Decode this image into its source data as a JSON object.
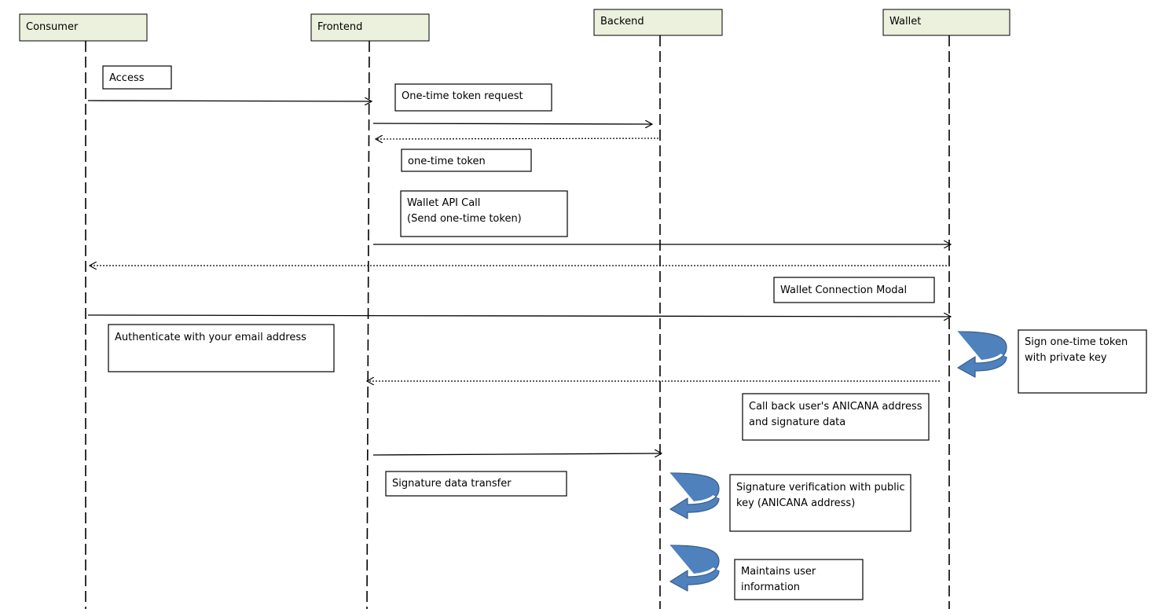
{
  "colors": {
    "actor_fill": "#ebf1dd",
    "line": "#000000",
    "loop_arrow_fill": "#4f81bd",
    "loop_arrow_stroke": "#385d8a"
  },
  "actors": {
    "consumer": "Consumer",
    "frontend": "Frontend",
    "backend": "Backend",
    "wallet": "Wallet"
  },
  "notes": {
    "access": [
      "Access"
    ],
    "one_time_token_request": [
      "One-time token request"
    ],
    "one_time_token": [
      "one-time token"
    ],
    "wallet_api_call": [
      "Wallet API Call",
      "(Send one-time token)"
    ],
    "wallet_connection_modal": [
      "Wallet Connection Modal"
    ],
    "authenticate_email": [
      "Authenticate with your email address"
    ],
    "sign_token": [
      "Sign one-time token",
      "with private key"
    ],
    "call_back": [
      "Call back user's ANICANA address",
      "and signature data"
    ],
    "signature_transfer": [
      "Signature data transfer"
    ],
    "signature_verification": [
      "Signature verification with public",
      "key (ANICANA address)"
    ],
    "maintains_user": [
      "Maintains user",
      "information"
    ]
  },
  "loop_icons": {
    "sign": "loop-arrow-icon",
    "verify": "loop-arrow-icon",
    "maintain": "loop-arrow-icon"
  }
}
